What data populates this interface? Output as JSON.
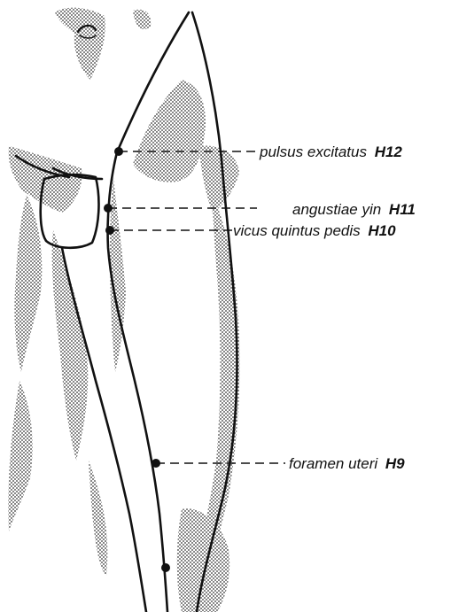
{
  "points": [
    {
      "name": "pulsus excitatus",
      "code": "H12"
    },
    {
      "name": "angustiae yin",
      "code": "H11"
    },
    {
      "name": "vicus quintus pedis",
      "code": "H10"
    },
    {
      "name": "foramen uteri",
      "code": "H9"
    }
  ],
  "colors": {
    "ink": "#111111",
    "stipple": "#8a8a8a",
    "background": "#ffffff"
  }
}
